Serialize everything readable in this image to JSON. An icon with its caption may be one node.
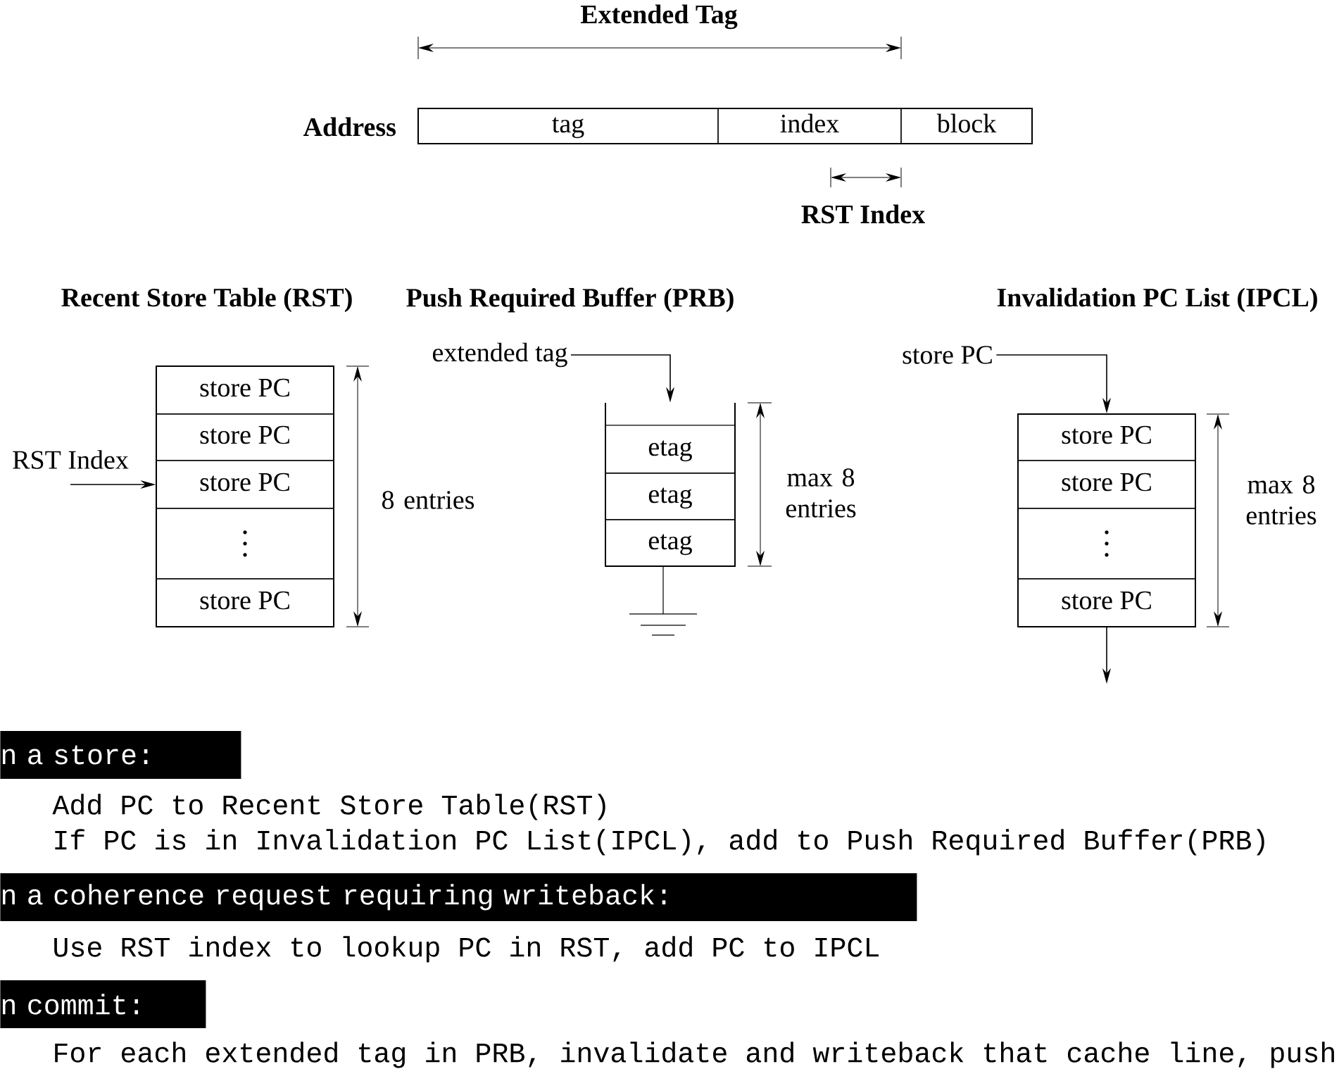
{
  "diagram": {
    "nodes": [
      {
        "text": [
          "Address"
        ]
      },
      {
        "text": [
          "tag"
        ],
        "in": 0
      },
      {
        "text": [
          "index"
        ],
        "in": 0
      },
      {
        "text": [
          "block"
        ],
        "in": 0
      },
      {
        "text": [],
        "shape": "box",
        "beside": [
          "8 entries"
        ]
      },
      {
        "text": [
          "store PC"
        ],
        "in": 4
      },
      {
        "text": [
          "store PC"
        ],
        "in": 4
      },
      {
        "text": [
          "store PC"
        ],
        "in": 4
      },
      {
        "text": [],
        "shape": "box",
        "in": 4
      },
      {
        "text": [
          "store PC"
        ],
        "in": 4
      },
      {
        "text": [
          "RST Index"
        ]
      },
      {
        "text": [],
        "shape": "box",
        "beside": [
          "max 8 entries"
        ]
      },
      {
        "text": [
          "etag"
        ],
        "in": 11
      },
      {
        "text": [
          "etag"
        ],
        "in": 11
      },
      {
        "text": [
          "etag"
        ],
        "in": 11
      },
      {
        "text": [
          "extended tag"
        ]
      },
      {
        "text": [],
        "shape": "box",
        "beside": [
          "max 8 entries"
        ]
      },
      {
        "text": [
          "store PC"
        ],
        "in": 16
      },
      {
        "text": [
          "store PC"
        ],
        "in": 16
      },
      {
        "text": [],
        "shape": "box",
        "in": 16
      },
      {
        "text": [
          "store PC"
        ],
        "in": 16
      },
      {
        "text": [
          "store PC"
        ]
      },
      {
        "text": [
          "n a store:"
        ]
      },
      {
        "text": [
          "n a coherence request requiring writeback:"
        ]
      },
      {
        "text": [
          "n commit:"
        ]
      }
    ],
    "edges": [
      {
        "from": 10,
        "to": 7,
        "arrow": "to"
      },
      {
        "from": 15,
        "to": 11,
        "arrow": "to"
      },
      {
        "from": 21,
        "to": 16,
        "arrow": "to"
      },
      {
        "from": 16,
        "to": null,
        "arrow": "to"
      }
    ],
    "labels": [
      "Extended Tag",
      "RST Index",
      "Recent Store Table (RST)",
      "Push Required Buffer (PRB)",
      "Invalidation PC List (IPCL)",
      "Add PC to Recent Store Table(RST)",
      "If PC is in Invalidation PC List(IPCL), add to Push Required Buffer(PRB)",
      "Use RST index to lookup PC in RST, add PC to IPCL",
      "For each extended tag in PRB, invalidate and writeback that cache line, push"
    ]
  }
}
